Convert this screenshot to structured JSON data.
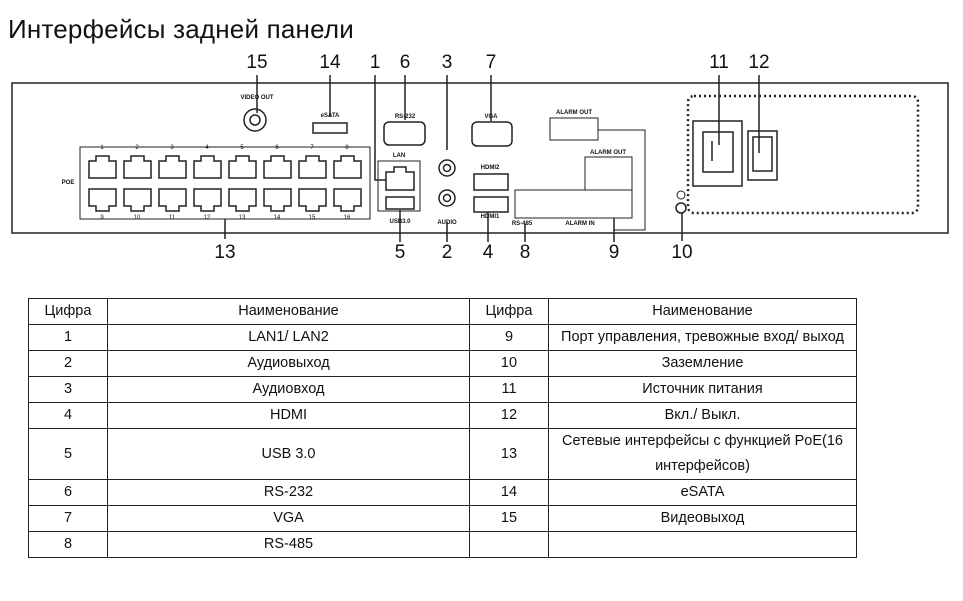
{
  "title": "Интерфейсы задней панели",
  "diagram": {
    "callouts": {
      "c1": "1",
      "c2": "2",
      "c3": "3",
      "c4": "4",
      "c5": "5",
      "c6": "6",
      "c7": "7",
      "c8": "8",
      "c9": "9",
      "c10": "10",
      "c11": "11",
      "c12": "12",
      "c13": "13",
      "c14": "14",
      "c15": "15"
    },
    "labels": {
      "video_out": "VIDEO OUT",
      "esata": "eSATA",
      "rs232": "RS-232",
      "vga": "VGA",
      "lan": "LAN",
      "usb": "USB3.0",
      "audio": "AUDIO",
      "hdmi2": "HDMI2",
      "hdmi1": "HDMI1",
      "poe": "POE",
      "alarm_out_1": "ALARM OUT",
      "alarm_out_2": "ALARM OUT",
      "alarm_in": "ALARM IN",
      "rs485": "RS-485"
    },
    "ports_top": [
      "1",
      "2",
      "3",
      "4",
      "5",
      "6",
      "7",
      "8"
    ],
    "ports_bottom": [
      "9",
      "10",
      "11",
      "12",
      "13",
      "14",
      "15",
      "16"
    ]
  },
  "table": {
    "headers": [
      "Цифра",
      "Наименование",
      "Цифра",
      "Наименование"
    ],
    "rows": [
      [
        "1",
        "LAN1/ LAN2",
        "9",
        "Порт управления, тревожные вход/ выход"
      ],
      [
        "2",
        "Аудиовыход",
        "10",
        "Заземление"
      ],
      [
        "3",
        "Аудиовход",
        "11",
        "Источник питания"
      ],
      [
        "4",
        "HDMI",
        "12",
        "Вкл./ Выкл."
      ],
      [
        "5",
        "USB 3.0",
        "13",
        "Сетевые интерфейсы с функцией PoE(16 интерфейсов)"
      ],
      [
        "6",
        "RS-232",
        "14",
        "eSATA"
      ],
      [
        "7",
        "VGA",
        "15",
        "Видеовыход"
      ],
      [
        "8",
        "RS-485",
        "",
        ""
      ]
    ]
  }
}
